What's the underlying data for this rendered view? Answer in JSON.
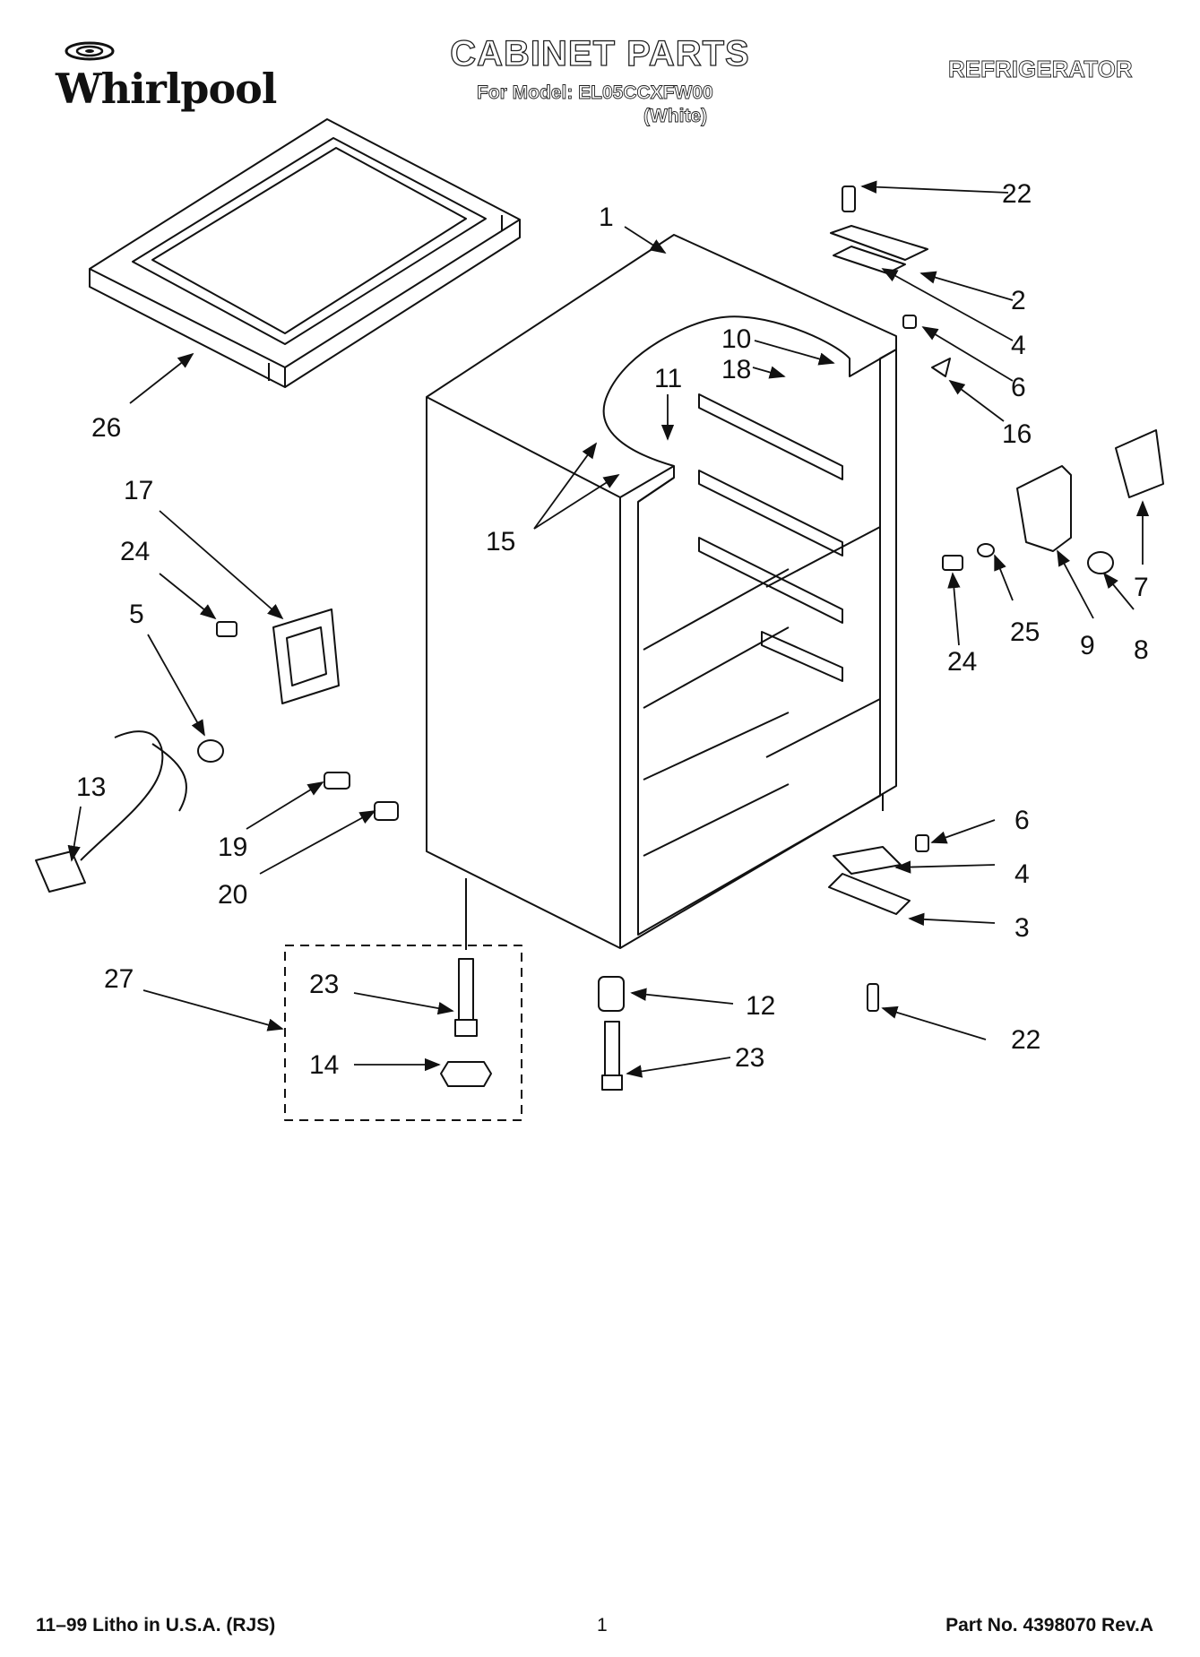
{
  "header": {
    "brand": "Whirlpool",
    "title": "CABINET PARTS",
    "model_line": "For Model: EL05CCXFW00",
    "color_line": "(White)",
    "category": "REFRIGERATOR"
  },
  "callouts": [
    {
      "id": "c1",
      "label": "1"
    },
    {
      "id": "c22a",
      "label": "22"
    },
    {
      "id": "c2",
      "label": "2"
    },
    {
      "id": "c4a",
      "label": "4"
    },
    {
      "id": "c6a",
      "label": "6"
    },
    {
      "id": "c16",
      "label": "16"
    },
    {
      "id": "c10",
      "label": "10"
    },
    {
      "id": "c18",
      "label": "18"
    },
    {
      "id": "c11",
      "label": "11"
    },
    {
      "id": "c15",
      "label": "15"
    },
    {
      "id": "c26",
      "label": "26"
    },
    {
      "id": "c17",
      "label": "17"
    },
    {
      "id": "c24a",
      "label": "24"
    },
    {
      "id": "c5",
      "label": "5"
    },
    {
      "id": "c13",
      "label": "13"
    },
    {
      "id": "c19",
      "label": "19"
    },
    {
      "id": "c20",
      "label": "20"
    },
    {
      "id": "c7",
      "label": "7"
    },
    {
      "id": "c8",
      "label": "8"
    },
    {
      "id": "c9",
      "label": "9"
    },
    {
      "id": "c25",
      "label": "25"
    },
    {
      "id": "c24b",
      "label": "24"
    },
    {
      "id": "c6b",
      "label": "6"
    },
    {
      "id": "c4b",
      "label": "4"
    },
    {
      "id": "c3",
      "label": "3"
    },
    {
      "id": "c22b",
      "label": "22"
    },
    {
      "id": "c12",
      "label": "12"
    },
    {
      "id": "c23a",
      "label": "23"
    },
    {
      "id": "c27",
      "label": "27"
    },
    {
      "id": "c23b",
      "label": "23"
    },
    {
      "id": "c14",
      "label": "14"
    }
  ],
  "footer": {
    "left": "11–99 Litho in U.S.A. (RJS)",
    "center": "1",
    "right": "Part No. 4398070 Rev.A"
  }
}
